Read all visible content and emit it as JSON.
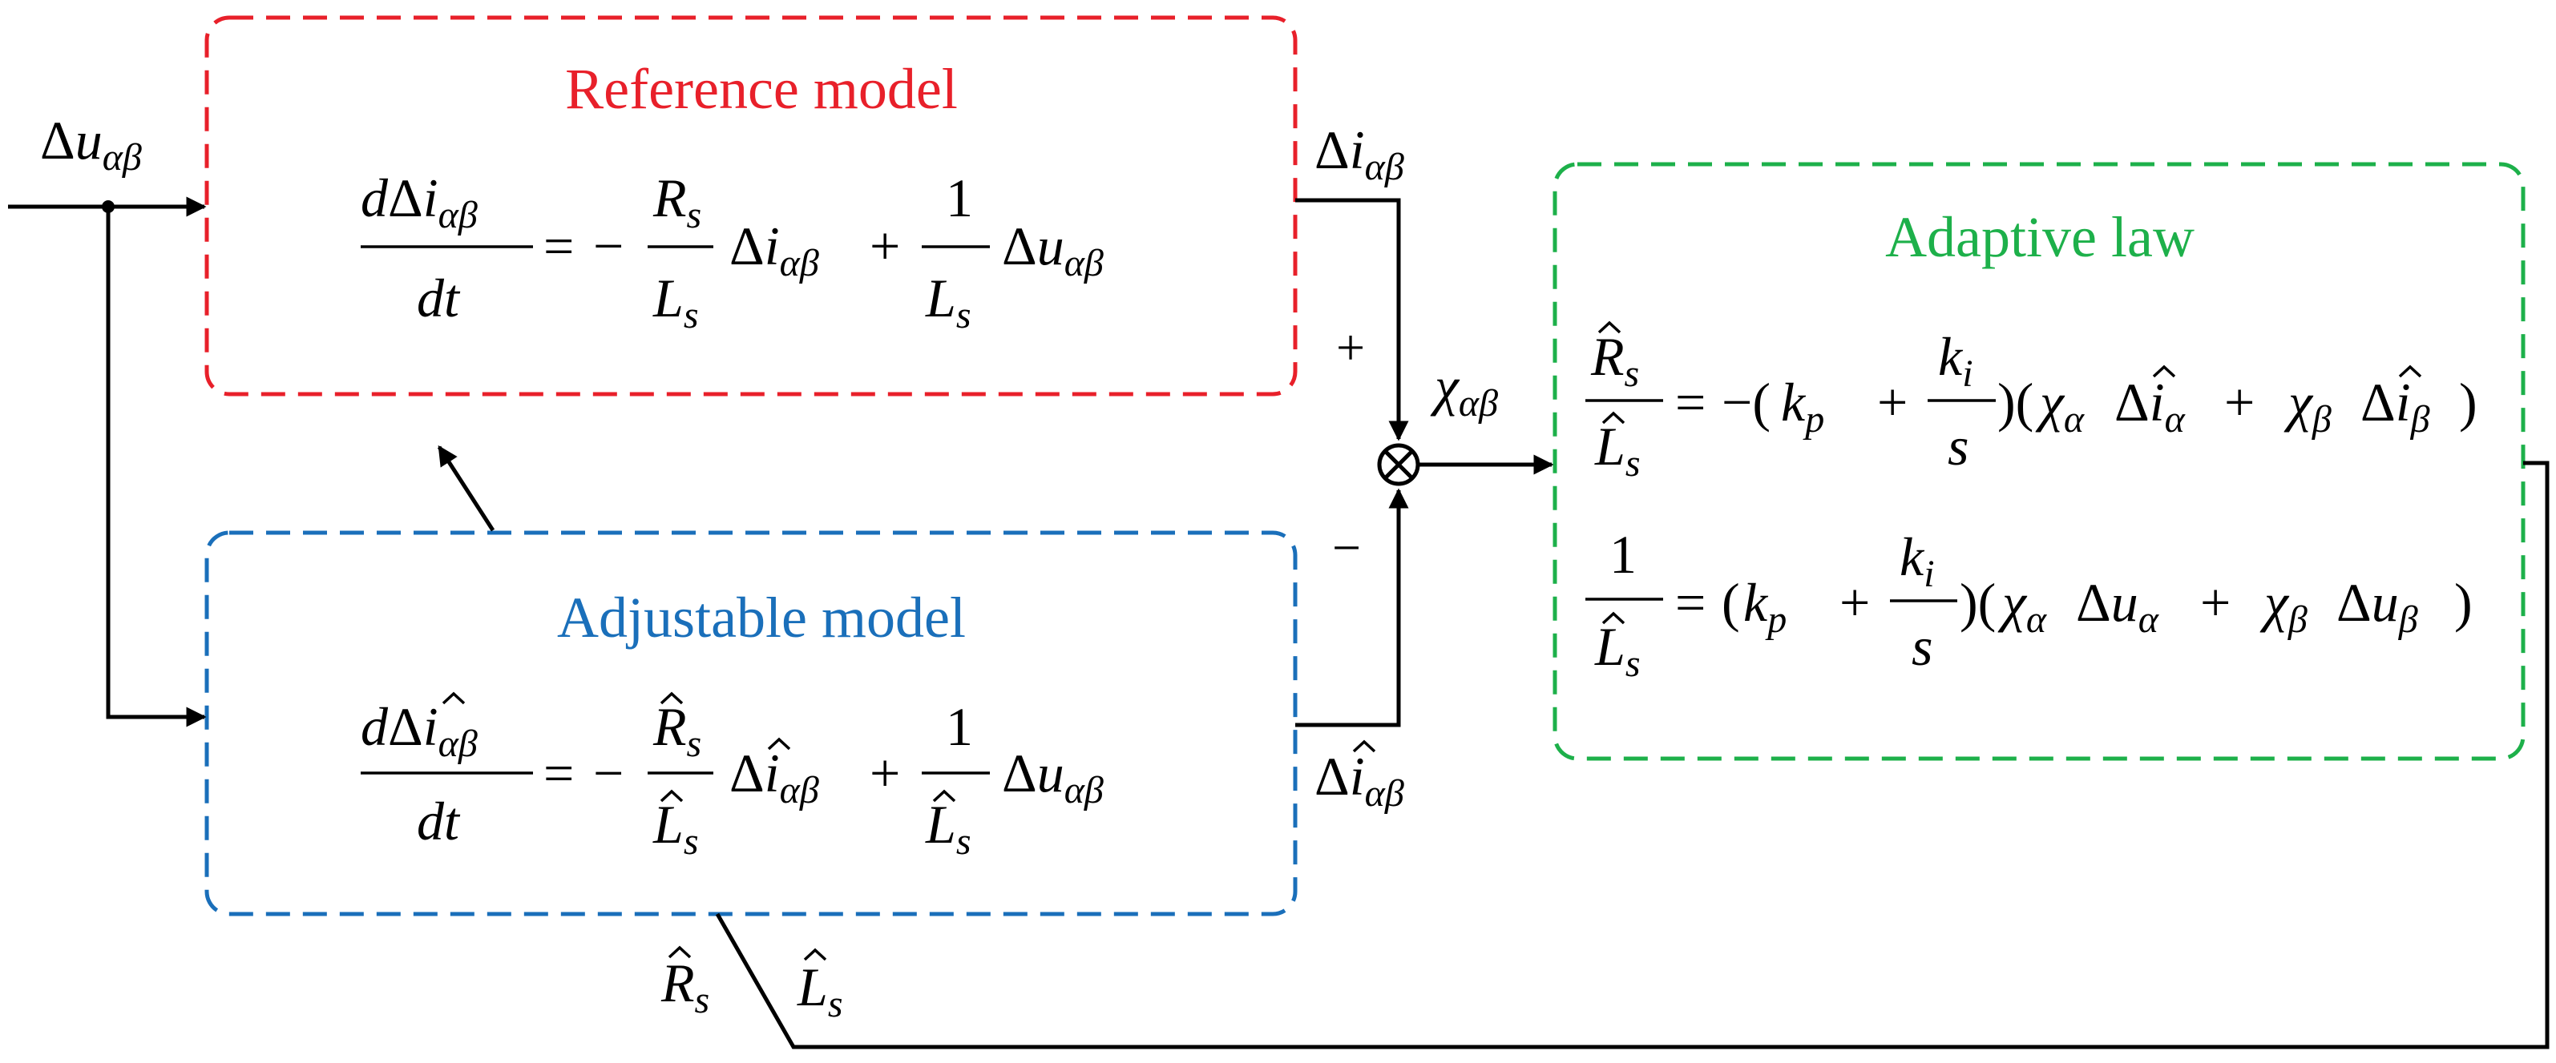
{
  "blocks": {
    "reference": {
      "title": "Reference model",
      "color": "#e8202a"
    },
    "adjustable": {
      "title": "Adjustable model",
      "color": "#1a6fba"
    },
    "adaptive": {
      "title": "Adaptive law",
      "color": "#1db04a"
    }
  },
  "signs": {
    "plus": "+",
    "minus": "−"
  },
  "colors": {
    "line": "#000000",
    "text": "#000000"
  },
  "symbols": {
    "delta": "Δ",
    "u": "u",
    "i": "i",
    "chi": "χ",
    "alphabeta": "αβ",
    "alpha": "α",
    "beta": "β",
    "R": "R",
    "L": "L",
    "s": "s",
    "d": "d",
    "t": "t",
    "k": "k",
    "p": "p",
    "one": "1",
    "hat": "^",
    "eq": "=",
    "minus": "−",
    "plus": "+",
    "lparen": "(",
    "rparen": ")",
    "neg_lparen": "−(",
    "mid_paren": ")("
  }
}
